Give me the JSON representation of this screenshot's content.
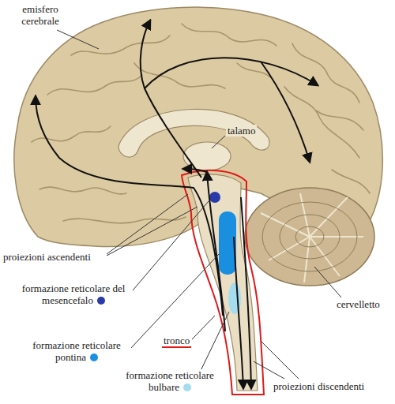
{
  "diagram": {
    "labels": [
      "emisfero cerebrale",
      "talamo",
      "proiezioni ascendenti",
      "tronco",
      "cervelletto",
      "proiezioni discendenti"
    ],
    "legend": [
      {
        "text": "formazione reticolare del mesencefalo",
        "color": "#2a3aa8"
      },
      {
        "text": "formazione reticolare pontina",
        "color": "#1a8fe0"
      },
      {
        "text": "formazione reticolare bulbare",
        "color": "#a6dcef"
      }
    ]
  }
}
